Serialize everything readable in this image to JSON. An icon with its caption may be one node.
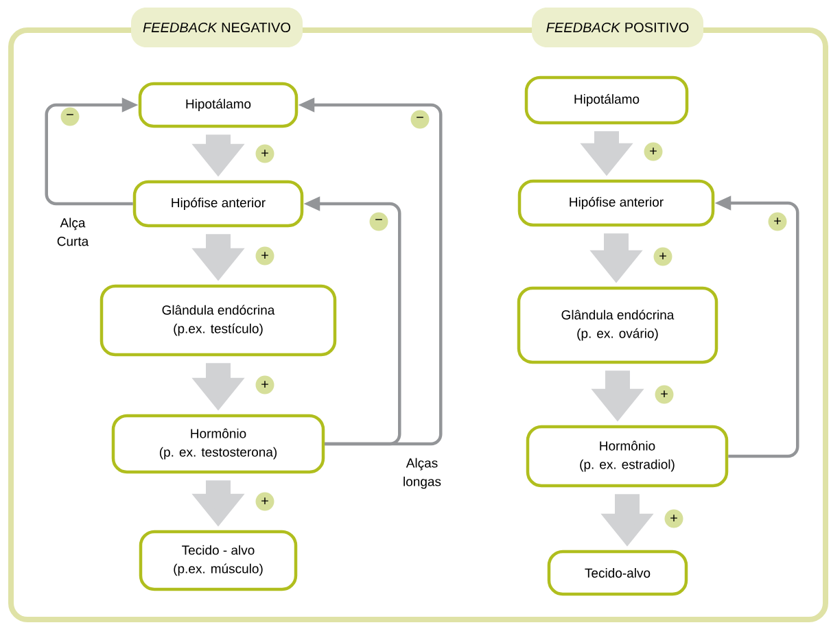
{
  "diagram": {
    "nodes": [
      {
        "text": [
          "*FEEDBACK* NEGATIVO"
        ]
      },
      {
        "text": [
          "Hipotálamo"
        ]
      },
      {
        "text": [
          "Hipófise anterior"
        ]
      },
      {
        "text": [
          "Glândula endócrina",
          "(p.ex. testículo)"
        ]
      },
      {
        "text": [
          "Hormônio",
          "(p. ex. testosterona)"
        ]
      },
      {
        "text": [
          "Tecido - alvo",
          "(p.ex. músculo)"
        ]
      },
      {
        "text": [
          "*FEEDBACK* POSITIVO"
        ]
      },
      {
        "text": [
          "Hipotálamo"
        ]
      },
      {
        "text": [
          "Hipófise anterior"
        ]
      },
      {
        "text": [
          "Glândula endócrina",
          "(p. ex. ovário)"
        ]
      },
      {
        "text": [
          "Hormônio",
          "(p. ex. estradiol)"
        ]
      },
      {
        "text": [
          "Tecido-alvo"
        ]
      }
    ],
    "edges": [
      {
        "from": 1,
        "to": 2,
        "arrow": "to",
        "label": "+"
      },
      {
        "from": 2,
        "to": 3,
        "arrow": "to",
        "label": "+"
      },
      {
        "from": 3,
        "to": 4,
        "arrow": "to",
        "label": "+"
      },
      {
        "from": 4,
        "to": 5,
        "arrow": "to",
        "label": "+"
      },
      {
        "from": 2,
        "to": 1,
        "arrow": "to",
        "color": "#939598",
        "label": "−"
      },
      {
        "from": 4,
        "to": 2,
        "arrow": "to",
        "color": "#939598",
        "label": "−"
      },
      {
        "from": 4,
        "to": 1,
        "arrow": "to",
        "color": "#939598",
        "label": "−"
      },
      {
        "from": 7,
        "to": 8,
        "arrow": "to",
        "label": "+"
      },
      {
        "from": 8,
        "to": 9,
        "arrow": "to",
        "label": "+"
      },
      {
        "from": 9,
        "to": 10,
        "arrow": "to",
        "label": "+"
      },
      {
        "from": 10,
        "to": 11,
        "arrow": "to",
        "label": "+"
      },
      {
        "from": 10,
        "to": 8,
        "arrow": "to",
        "color": "#939598",
        "label": "+"
      }
    ],
    "labels": [
      "Alça Curta",
      "Alças longas"
    ]
  }
}
